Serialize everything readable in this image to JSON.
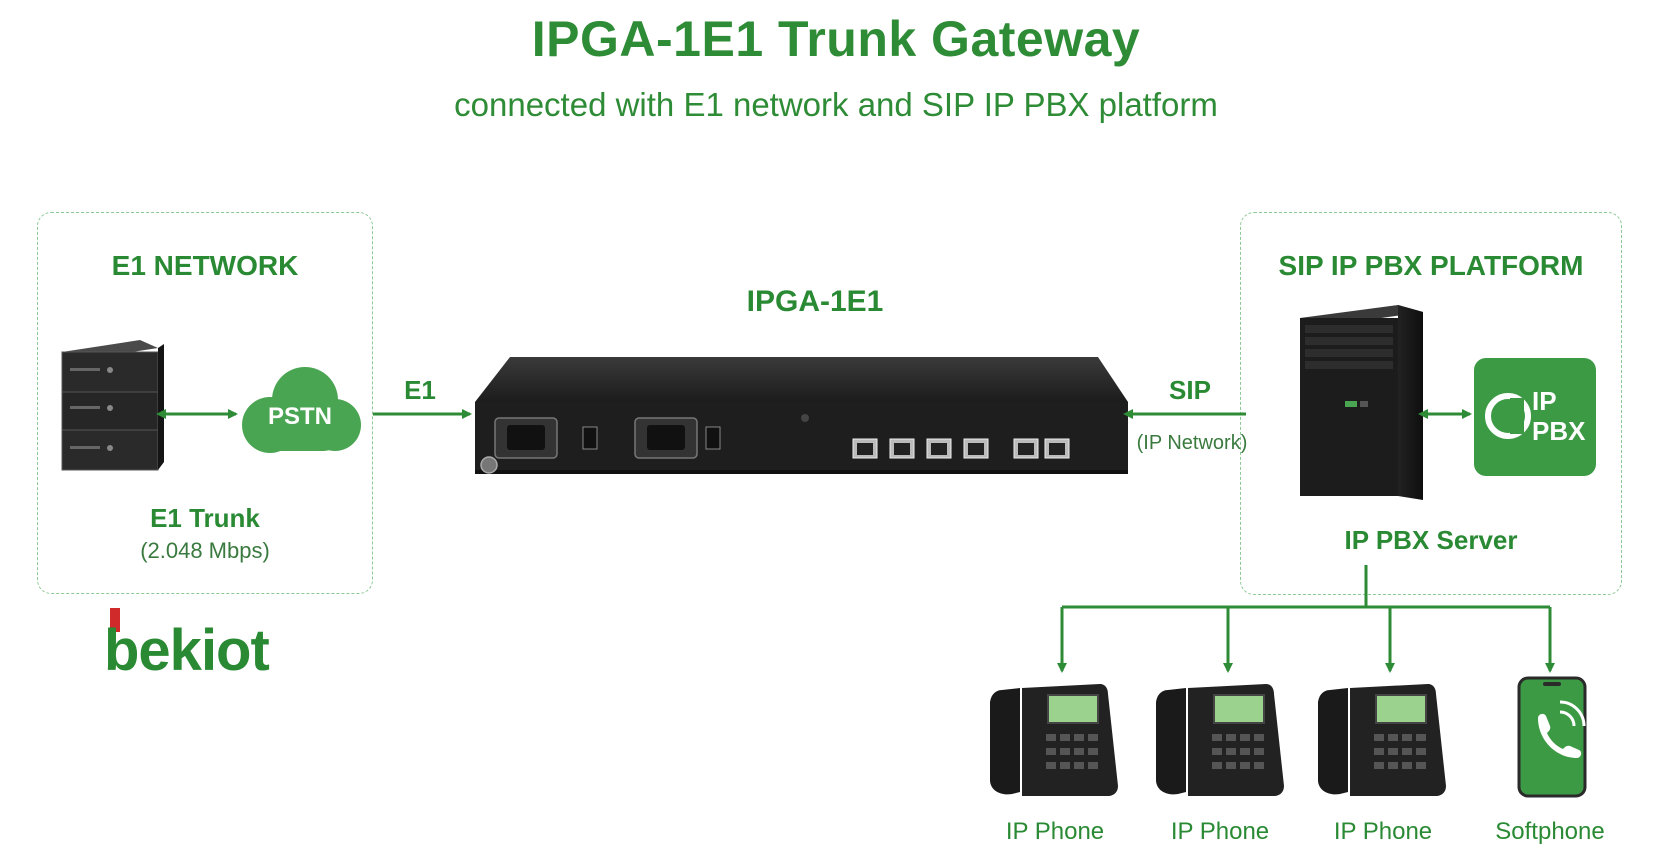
{
  "title": "IPGA-1E1 Trunk Gateway",
  "subtitle": "connected with E1 network and SIP IP PBX platform",
  "left_panel": {
    "heading": "E1 NETWORK",
    "cloud_label": "PSTN",
    "trunk_label": "E1 Trunk",
    "trunk_rate": "(2.048 Mbps)"
  },
  "gateway": {
    "label": "IPGA-1E1",
    "link_left": "E1",
    "link_right": "SIP",
    "link_right_note": "(IP Network)"
  },
  "right_panel": {
    "heading": "SIP IP PBX PLATFORM",
    "server_label": "IP PBX Server",
    "badge_line1": "IP",
    "badge_line2": "PBX"
  },
  "endpoints": [
    "IP Phone",
    "IP Phone",
    "IP Phone",
    "Softphone"
  ],
  "logo": "bekiot",
  "colors": {
    "brand_green": "#2e8b36",
    "badge_green": "#3c9a45",
    "logo_red": "#d12a2a",
    "device_black": "#1c1c1c"
  },
  "icons": [
    "e1-equipment-stack-icon",
    "pstn-cloud-icon",
    "gateway-device-icon",
    "server-tower-icon",
    "ip-pbx-badge-icon",
    "desk-phone-icon",
    "smartphone-icon"
  ]
}
